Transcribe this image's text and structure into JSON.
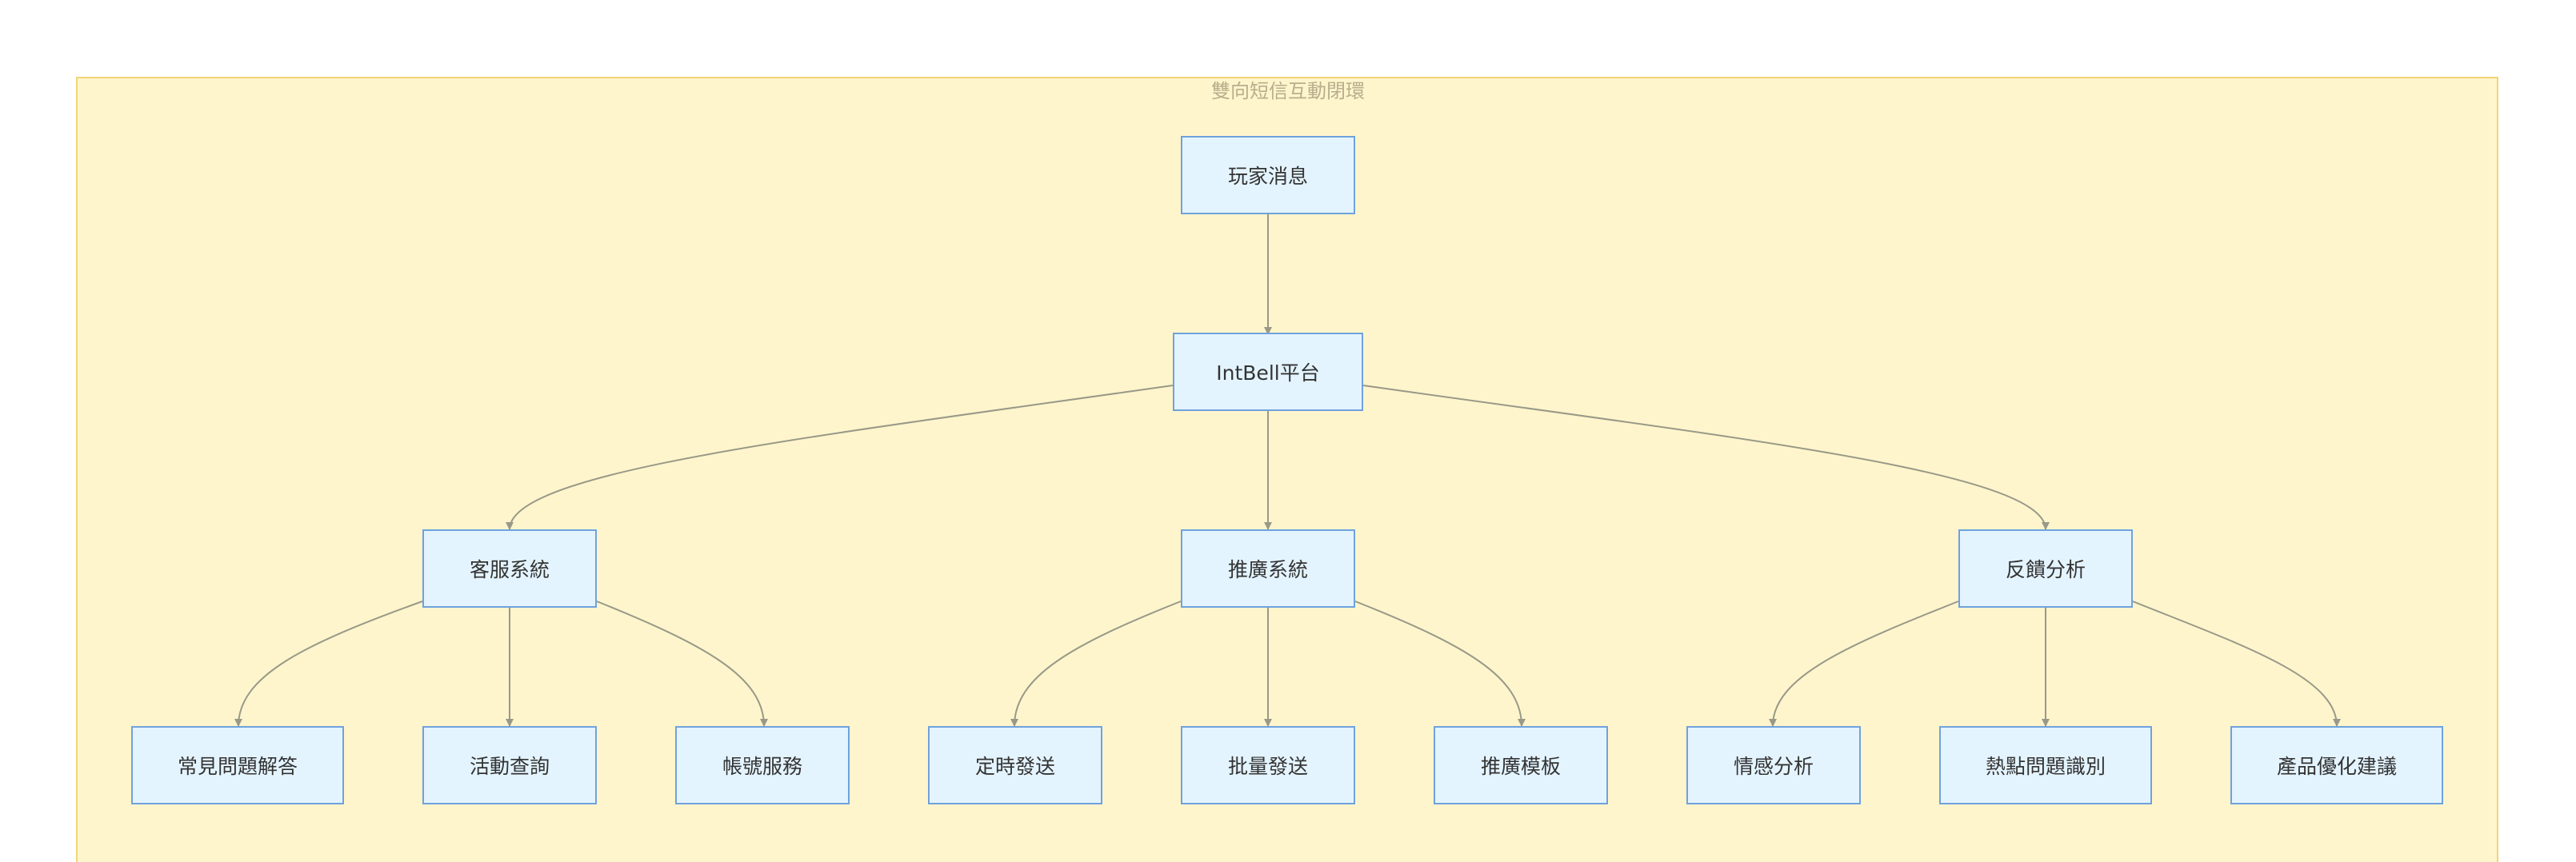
{
  "cluster": {
    "title": "雙向短信互動閉環"
  },
  "nodes": {
    "player": "玩家消息",
    "platform": "IntBell平台",
    "cs": "客服系統",
    "promo": "推廣系統",
    "feedback": "反饋分析",
    "faq": "常見問題解答",
    "event": "活動查詢",
    "account": "帳號服務",
    "scheduled": "定時發送",
    "batch": "批量發送",
    "template": "推廣模板",
    "sentiment": "情感分析",
    "hotspot": "熱點問題識別",
    "product": "產品優化建議"
  },
  "colors": {
    "cluster_fill": "#fff5cc",
    "cluster_border": "#f2d479",
    "node_fill": "#e4f4ff",
    "node_border": "#6fa2dd",
    "edge": "#999988"
  }
}
